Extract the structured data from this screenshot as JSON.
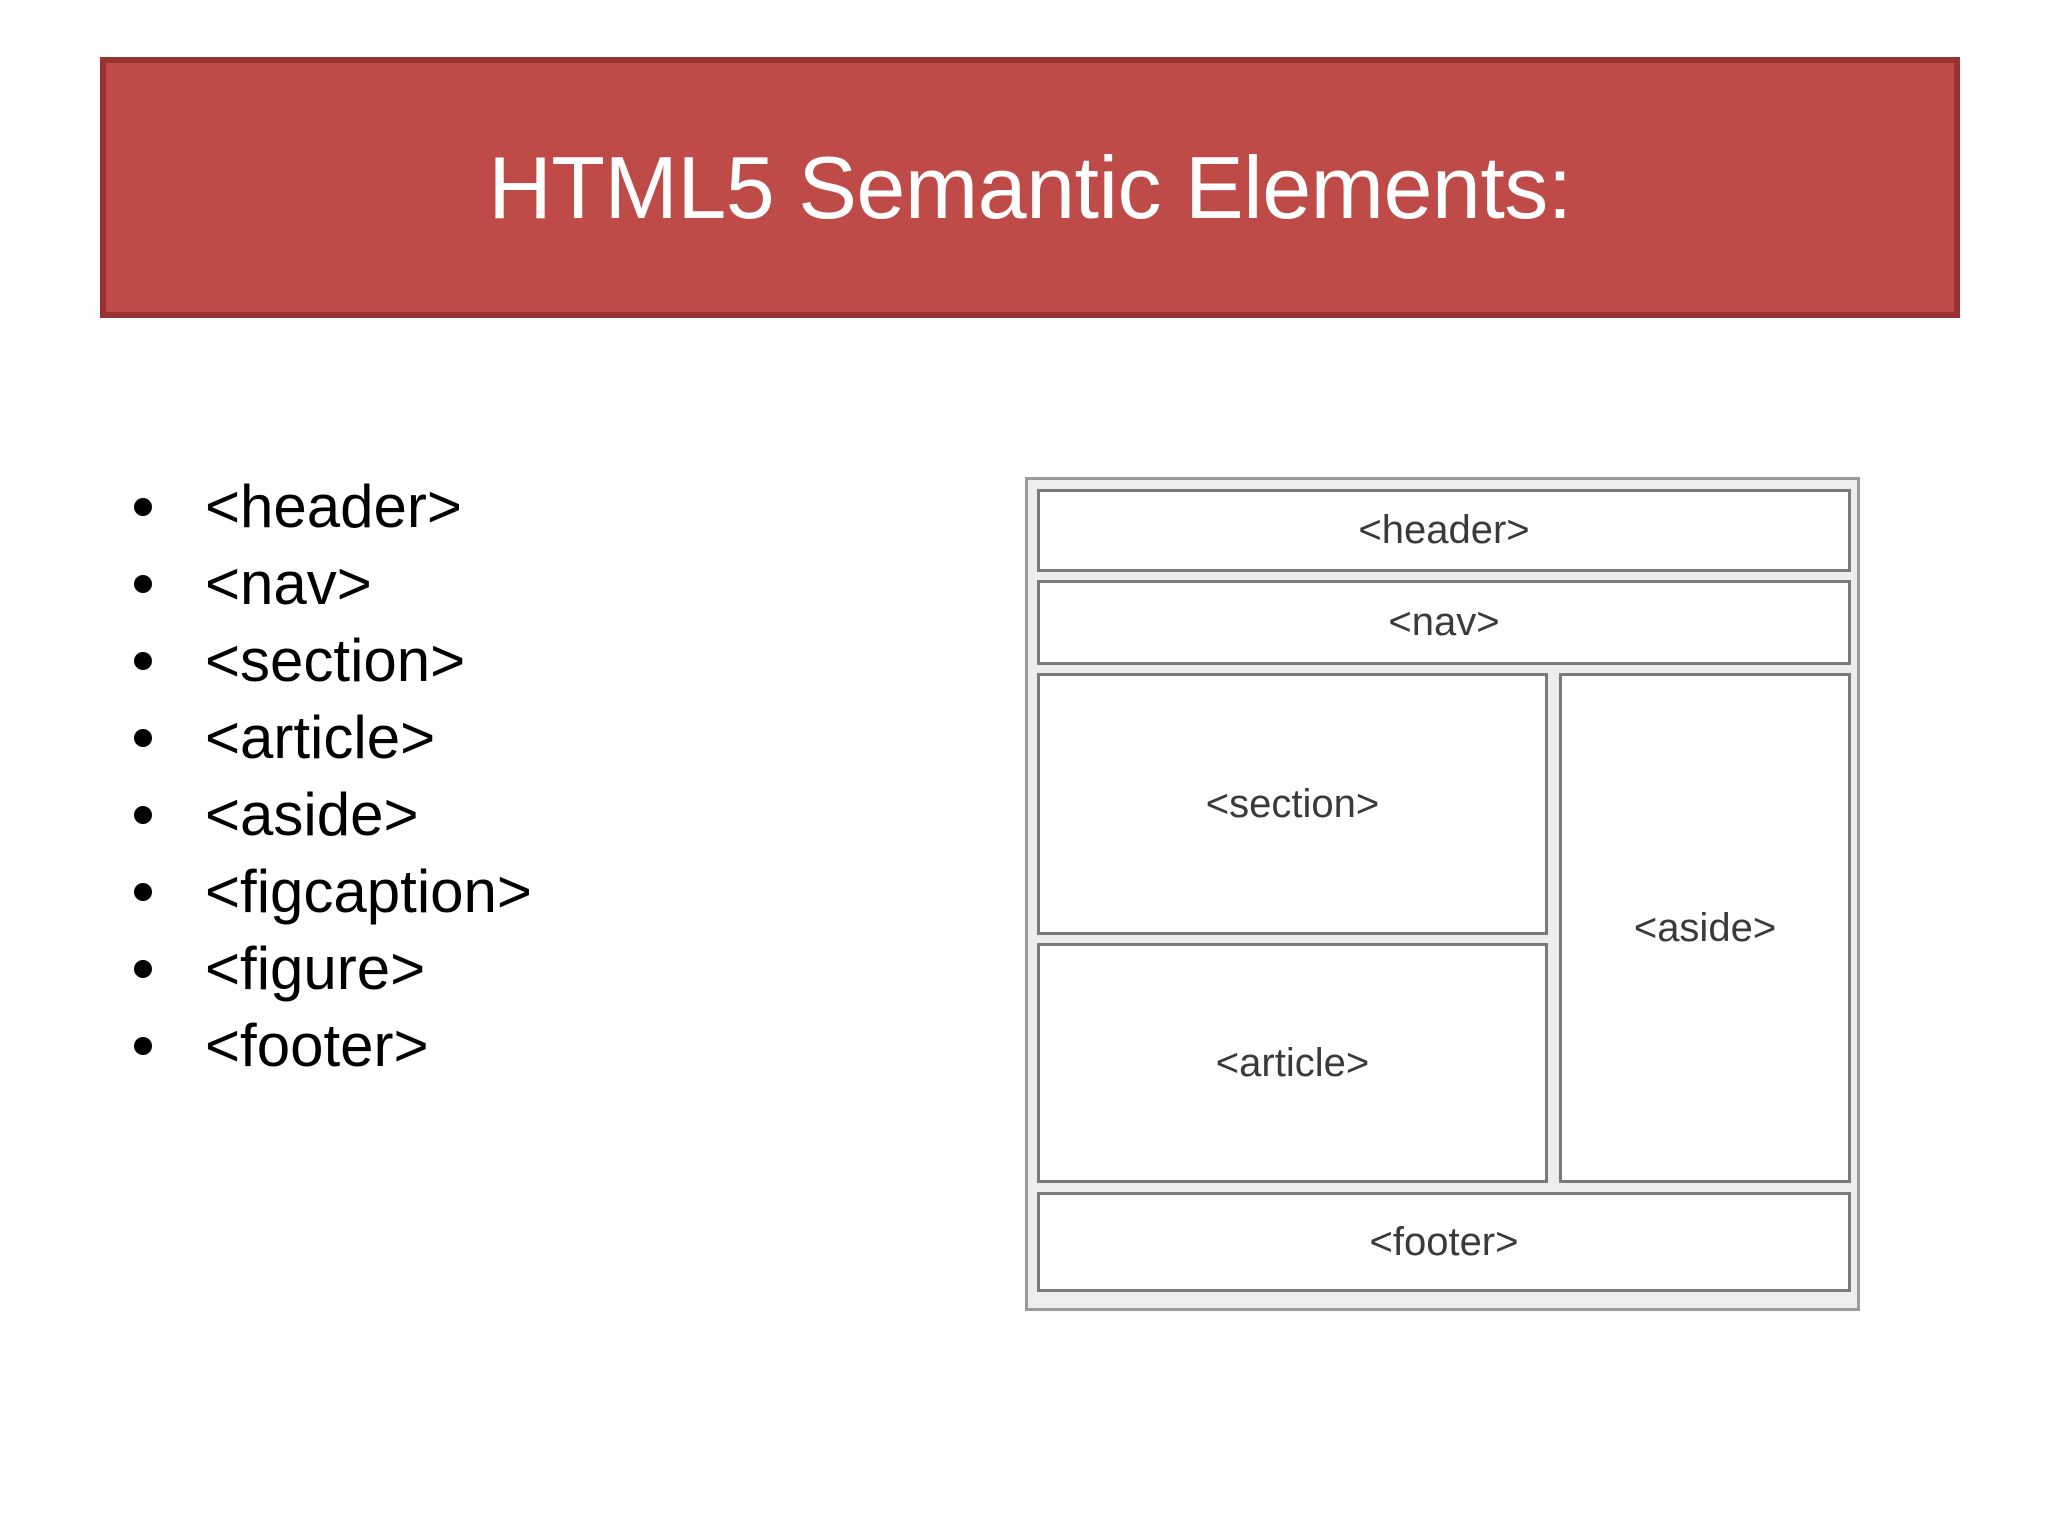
{
  "slide": {
    "title": "HTML5 Semantic Elements:",
    "title_bg_color": "#BF4B48",
    "title_border_color": "#993333",
    "title_text_color": "#FFFFFF",
    "background_color": "#FFFFFF"
  },
  "bullets": [
    {
      "label": "<header>"
    },
    {
      "label": "<nav>"
    },
    {
      "label": "<section>"
    },
    {
      "label": "<article>"
    },
    {
      "label": "<aside>"
    },
    {
      "label": "<figcaption>"
    },
    {
      "label": "<figure>"
    },
    {
      "label": "<footer>"
    }
  ],
  "diagram": {
    "container_bg_color": "#EDEDED",
    "container_border_color": "#9B9B9B",
    "box_bg_color": "#FFFFFF",
    "box_border_color": "#7A7A7A",
    "box_text_color": "#3A3A3A",
    "boxes": {
      "header": "<header>",
      "nav": "<nav>",
      "section": "<section>",
      "article": "<article>",
      "aside": "<aside>",
      "footer": "<footer>"
    }
  }
}
